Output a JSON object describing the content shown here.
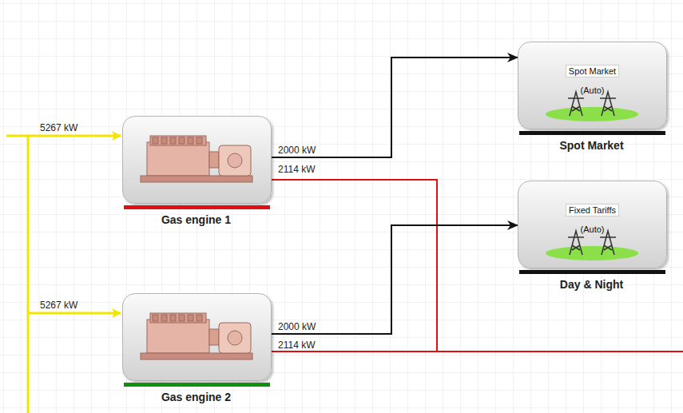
{
  "diagram": {
    "nodes": [
      {
        "text": [
          "Gas engine 1"
        ]
      },
      {
        "text": [
          "Spot Market",
          "(Auto)",
          "Spot Market"
        ]
      },
      {
        "text": [
          "Fixed Tariffs",
          "(Auto)",
          "Day & Night"
        ]
      },
      {
        "text": [
          "Gas engine 2"
        ]
      }
    ],
    "edges": [
      {
        "from": 0,
        "to": 1,
        "arrow": "to",
        "label": "2000 kW"
      },
      {
        "from": 3,
        "to": 2,
        "arrow": "to",
        "label": "2000 kW"
      }
    ],
    "labels": [
      "5267 kW",
      "2114 kW",
      "5267 kW",
      "2114 kW"
    ]
  }
}
